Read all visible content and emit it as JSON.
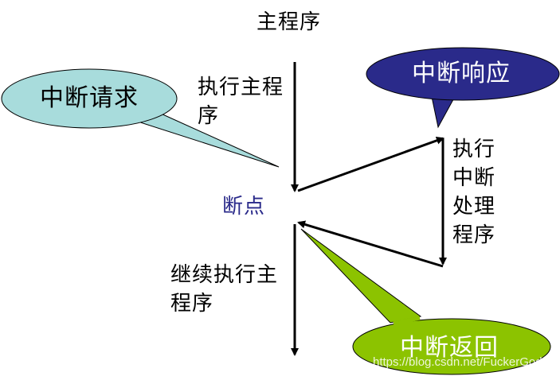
{
  "title": "主程序",
  "labels": {
    "exec_main_line1": "执行主程",
    "exec_main_line2": "序",
    "breakpoint": "断点",
    "continue_line1": "继续执行主",
    "continue_line2": "程序",
    "isr_line1": "执行",
    "isr_line2": "中断",
    "isr_line3": "处理",
    "isr_line4": "程序"
  },
  "callouts": {
    "request": "中断请求",
    "response": "中断响应",
    "return": "中断返回"
  },
  "watermark": "https://blog.csdn.net/FuckerGod",
  "colors": {
    "request_fill": "#a8dcdc",
    "response_fill": "#2a2a8a",
    "return_fill": "#8cc300",
    "breakpoint_text": "#2a2a8a",
    "arrow": "#000000"
  }
}
